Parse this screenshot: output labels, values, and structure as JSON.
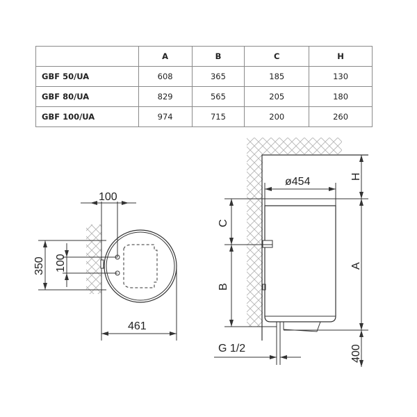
{
  "table": {
    "headers": [
      "",
      "A",
      "B",
      "C",
      "H"
    ],
    "rows": [
      {
        "model": "GBF 50/UA",
        "A": "608",
        "B": "365",
        "C": "185",
        "H": "130"
      },
      {
        "model": "GBF 80/UA",
        "A": "829",
        "B": "565",
        "C": "205",
        "H": "180"
      },
      {
        "model": "GBF 100/UA",
        "A": "974",
        "B": "715",
        "C": "200",
        "H": "260"
      }
    ]
  },
  "top_view": {
    "dim_top": "100",
    "dim_left_outer": "350",
    "dim_left_inner": "100",
    "dim_bottom": "461"
  },
  "side_view": {
    "diameter": "ø454",
    "dim_H": "H",
    "dim_C": "C",
    "dim_B": "B",
    "dim_A": "A",
    "dim_pipe": "G 1/2",
    "dim_bottom": "400"
  },
  "colors": {
    "line": "#333333",
    "hatch": "#b5b5b5",
    "table_border": "#8a8a8a"
  }
}
